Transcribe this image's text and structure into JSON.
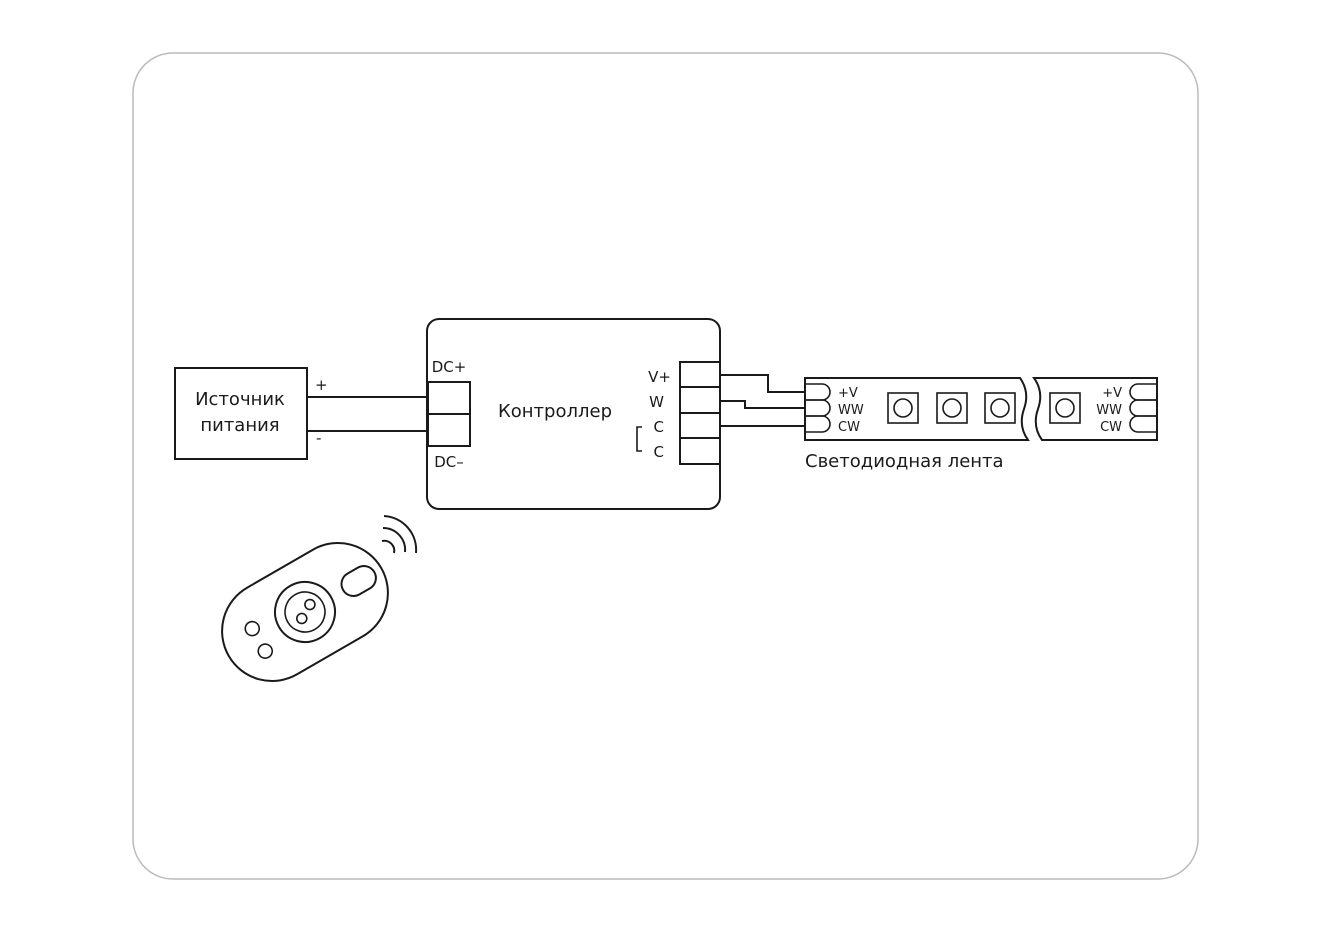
{
  "power_supply": {
    "line1": "Источник",
    "line2": "питания",
    "plus": "+",
    "minus": "-"
  },
  "controller": {
    "title": "Контроллер",
    "dc_plus": "DC+",
    "dc_minus": "DC–",
    "out_labels": [
      "V+",
      "W",
      "C",
      "C"
    ]
  },
  "strip": {
    "title": "Светодиодная лента",
    "pads_left": [
      "+V",
      "WW",
      "CW"
    ],
    "pads_right": [
      "+V",
      "WW",
      "CW"
    ]
  },
  "remote": {
    "icon": "touch-remote-icon",
    "signal_icon": "wireless-signal-icon"
  }
}
